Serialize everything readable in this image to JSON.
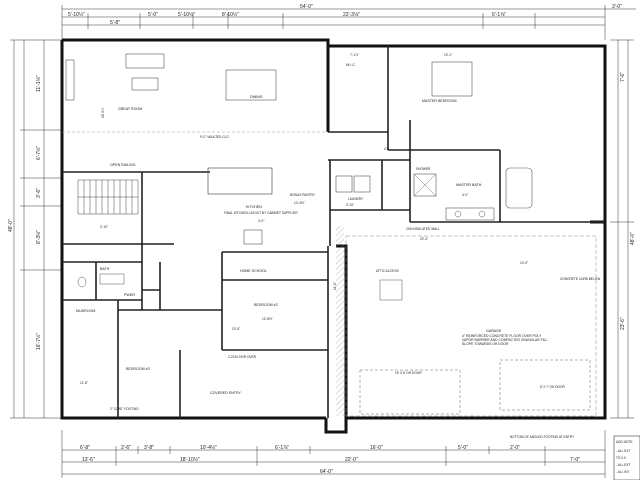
{
  "dimensions": {
    "top_overall": "54'-0\"",
    "top_overall_right": "3'-0\"",
    "top_segments": [
      "5'-10½\"",
      "5'-0\"",
      "5'-10½\"",
      "22'-3⅛\"",
      "6'-1⅞\""
    ],
    "top_outer_segments": [
      "5'-8\"",
      "8'-10½\""
    ],
    "left_overall": "48'-0\"",
    "left_segments": [
      "11'-1⅛\"",
      "6'-7½\"",
      "3'-6\"",
      "8'-3½\"",
      "16'-7½\""
    ],
    "right_overall": "48'-0\"",
    "right_segments": [
      "7'-6\"",
      "23'-6\""
    ],
    "bottom_segments_row1": [
      "6'-8\"",
      "2'-6\"",
      "3'-8\"",
      "10'-4½\"",
      "6'-1⅞\"",
      "16'-0\"",
      "5'-0\"",
      "2'-0\""
    ],
    "bottom_segments_row2": [
      "13'-6\"",
      "18'-10½\"",
      "22'-0\"",
      "7'-0\""
    ],
    "bottom_overall": "64'-0\""
  },
  "rooms": {
    "great_room": "GREAT ROOM",
    "great_room_dim": "16'-9⅞\"",
    "dining": "DINING",
    "kitchen": "KITCHEN",
    "kitchen_note": "FINAL KITCHEN LAYOUT BY CABINET SUPPLIER",
    "master_bedroom": "MASTER BEDROOM",
    "master_bedroom_dim": "13'-1\"",
    "master_bath": "MASTER BATH",
    "wic": "W.I.C.",
    "laundry": "LAUNDRY",
    "bonus_pantry": "BONUS PANTRY",
    "bedroom_2": "BEDROOM #2",
    "bedroom_3": "BEDROOM #3",
    "bath": "BATH",
    "home_school": "HOME SCHOOL",
    "mudroom": "MUDROOM",
    "garage": "GARAGE",
    "covered_entry": "COVERED ENTRY",
    "open_railing": "OPEN RAILING",
    "cl": "CL",
    "shower": "SHOWER",
    "powder": "PWDR"
  },
  "room_dims": {
    "kitchen": "4'-0\"",
    "bedroom_2_a": "12'-8½\"",
    "bedroom_2_b": "10'-8\"",
    "bedroom_3": "11'-8\"",
    "bonus": "10'-4½\"",
    "stair": "3'-10\"",
    "garage_a": "11'-0\"",
    "garage_b": "22'-4\"",
    "garage_c": "10'-0\"",
    "laundry": "3'-10\"",
    "master_bath": "4'-0\"",
    "wic": "7'-1⅞\""
  },
  "notes": {
    "vaulted": "9'-0\" VAULTED CLG",
    "covered_entry": "COVERED ENTRY",
    "garage_floor": "4\" REINFORCED CONCRETE FLOOR OVER POLY VAPOR BARRIER AND COMPACTED GRANULAR FILL. SLOPE TOWARDS OH DOOR",
    "attic": "ATTIC ACCESS",
    "garage_door_a": "16' X 8' OH DOOR",
    "garage_door_b": "8' X 7' OH DOOR",
    "header_a": "2-2X10 HDR OVER",
    "footing": "2\" CONT. FOOTING",
    "concrete_apron": "CONCRETE CURB BELOW",
    "slab_note": "BOTTOM OF ANGLED FOOTING AT ENTRY",
    "insulated_wall": "2X6 INSULATED WALL"
  },
  "note_box": {
    "title": "ADD NOTE",
    "lines": [
      "- ALL EXT",
      "TO 0.0.",
      "- ALL EXT",
      "- ALL INT"
    ]
  }
}
